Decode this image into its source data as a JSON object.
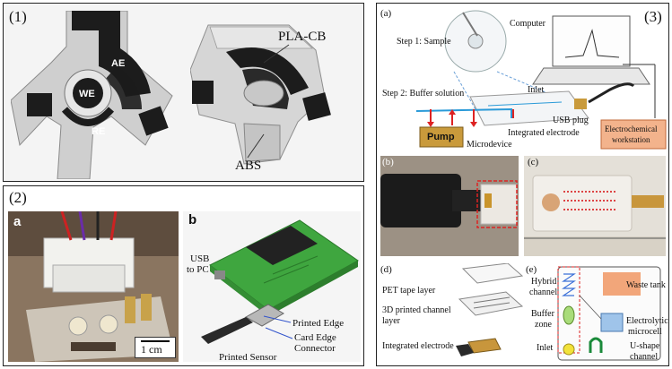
{
  "panel1": {
    "number": "(1)",
    "labels": {
      "we": "WE",
      "ae": "AE",
      "re": "RE",
      "pla_cb": "PLA-CB",
      "abs": "ABS"
    }
  },
  "panel2": {
    "number": "(2)",
    "sub_a": {
      "letter": "a",
      "scale_bar": "1 cm"
    },
    "sub_b": {
      "letter": "b",
      "usb_line1": "USB",
      "usb_line2": "to PC",
      "printed_edge": "Printed Edge",
      "card_edge_line1": "Card Edge",
      "card_edge_line2": "Connector",
      "printed_sensor": "Printed Sensor"
    }
  },
  "panel3": {
    "number": "(3)",
    "sub_a": {
      "letter": "(a)",
      "step1": "Step 1: Sample",
      "computer": "Computer",
      "step2": "Step 2: Buffer solution",
      "inlet": "Inlet",
      "pump": "Pump",
      "integrated_electrode": "Integrated electrode",
      "microdevice": "Microdevice",
      "usb_plug": "USB plug",
      "workstation_line1": "Electrochemical",
      "workstation_line2": "workstation"
    },
    "sub_b": {
      "letter": "(b)"
    },
    "sub_c": {
      "letter": "(c)"
    },
    "sub_d": {
      "letter": "(d)",
      "pet": "PET tape layer",
      "channel_line1": "3D printed channel",
      "channel_line2": "layer",
      "integrated_electrode": "Integrated electrode"
    },
    "sub_e": {
      "letter": "(e)",
      "hybrid_line1": "Hybrid",
      "hybrid_line2": "channel",
      "waste_tank": "Waste tank",
      "buffer_line1": "Buffer",
      "buffer_line2": "zone",
      "electrolytic_line1": "Electrolytic",
      "electrolytic_line2": "microcell",
      "inlet": "Inlet",
      "ushape_line1": "U-shape",
      "ushape_line2": "channel"
    }
  }
}
